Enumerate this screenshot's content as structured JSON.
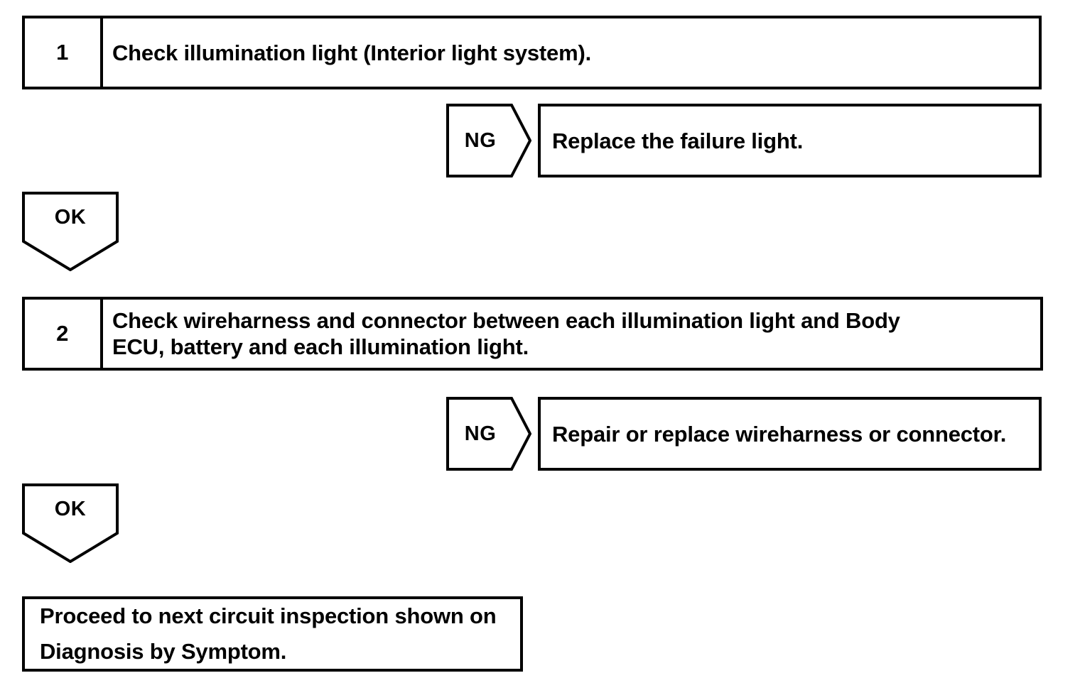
{
  "diagram": {
    "type": "troubleshooting-flowchart",
    "ink_color": "#000000",
    "background_color": "#ffffff",
    "steps": [
      {
        "number": "1",
        "lines": [
          "Check illumination light (Interior light system)."
        ],
        "branch_fail": {
          "label": "NG",
          "lines": [
            "Replace the failure light."
          ]
        },
        "branch_pass": {
          "label": "OK"
        }
      },
      {
        "number": "2",
        "lines": [
          "Check wireharness and connector between each illumination light and Body",
          "ECU, battery and each illumination light."
        ],
        "branch_fail": {
          "label": "NG",
          "lines": [
            "Repair or replace wireharness or connector."
          ]
        },
        "branch_pass": {
          "label": "OK"
        }
      }
    ],
    "final": {
      "lines": [
        "Proceed to next circuit inspection shown on",
        "Diagnosis by Symptom."
      ]
    }
  }
}
